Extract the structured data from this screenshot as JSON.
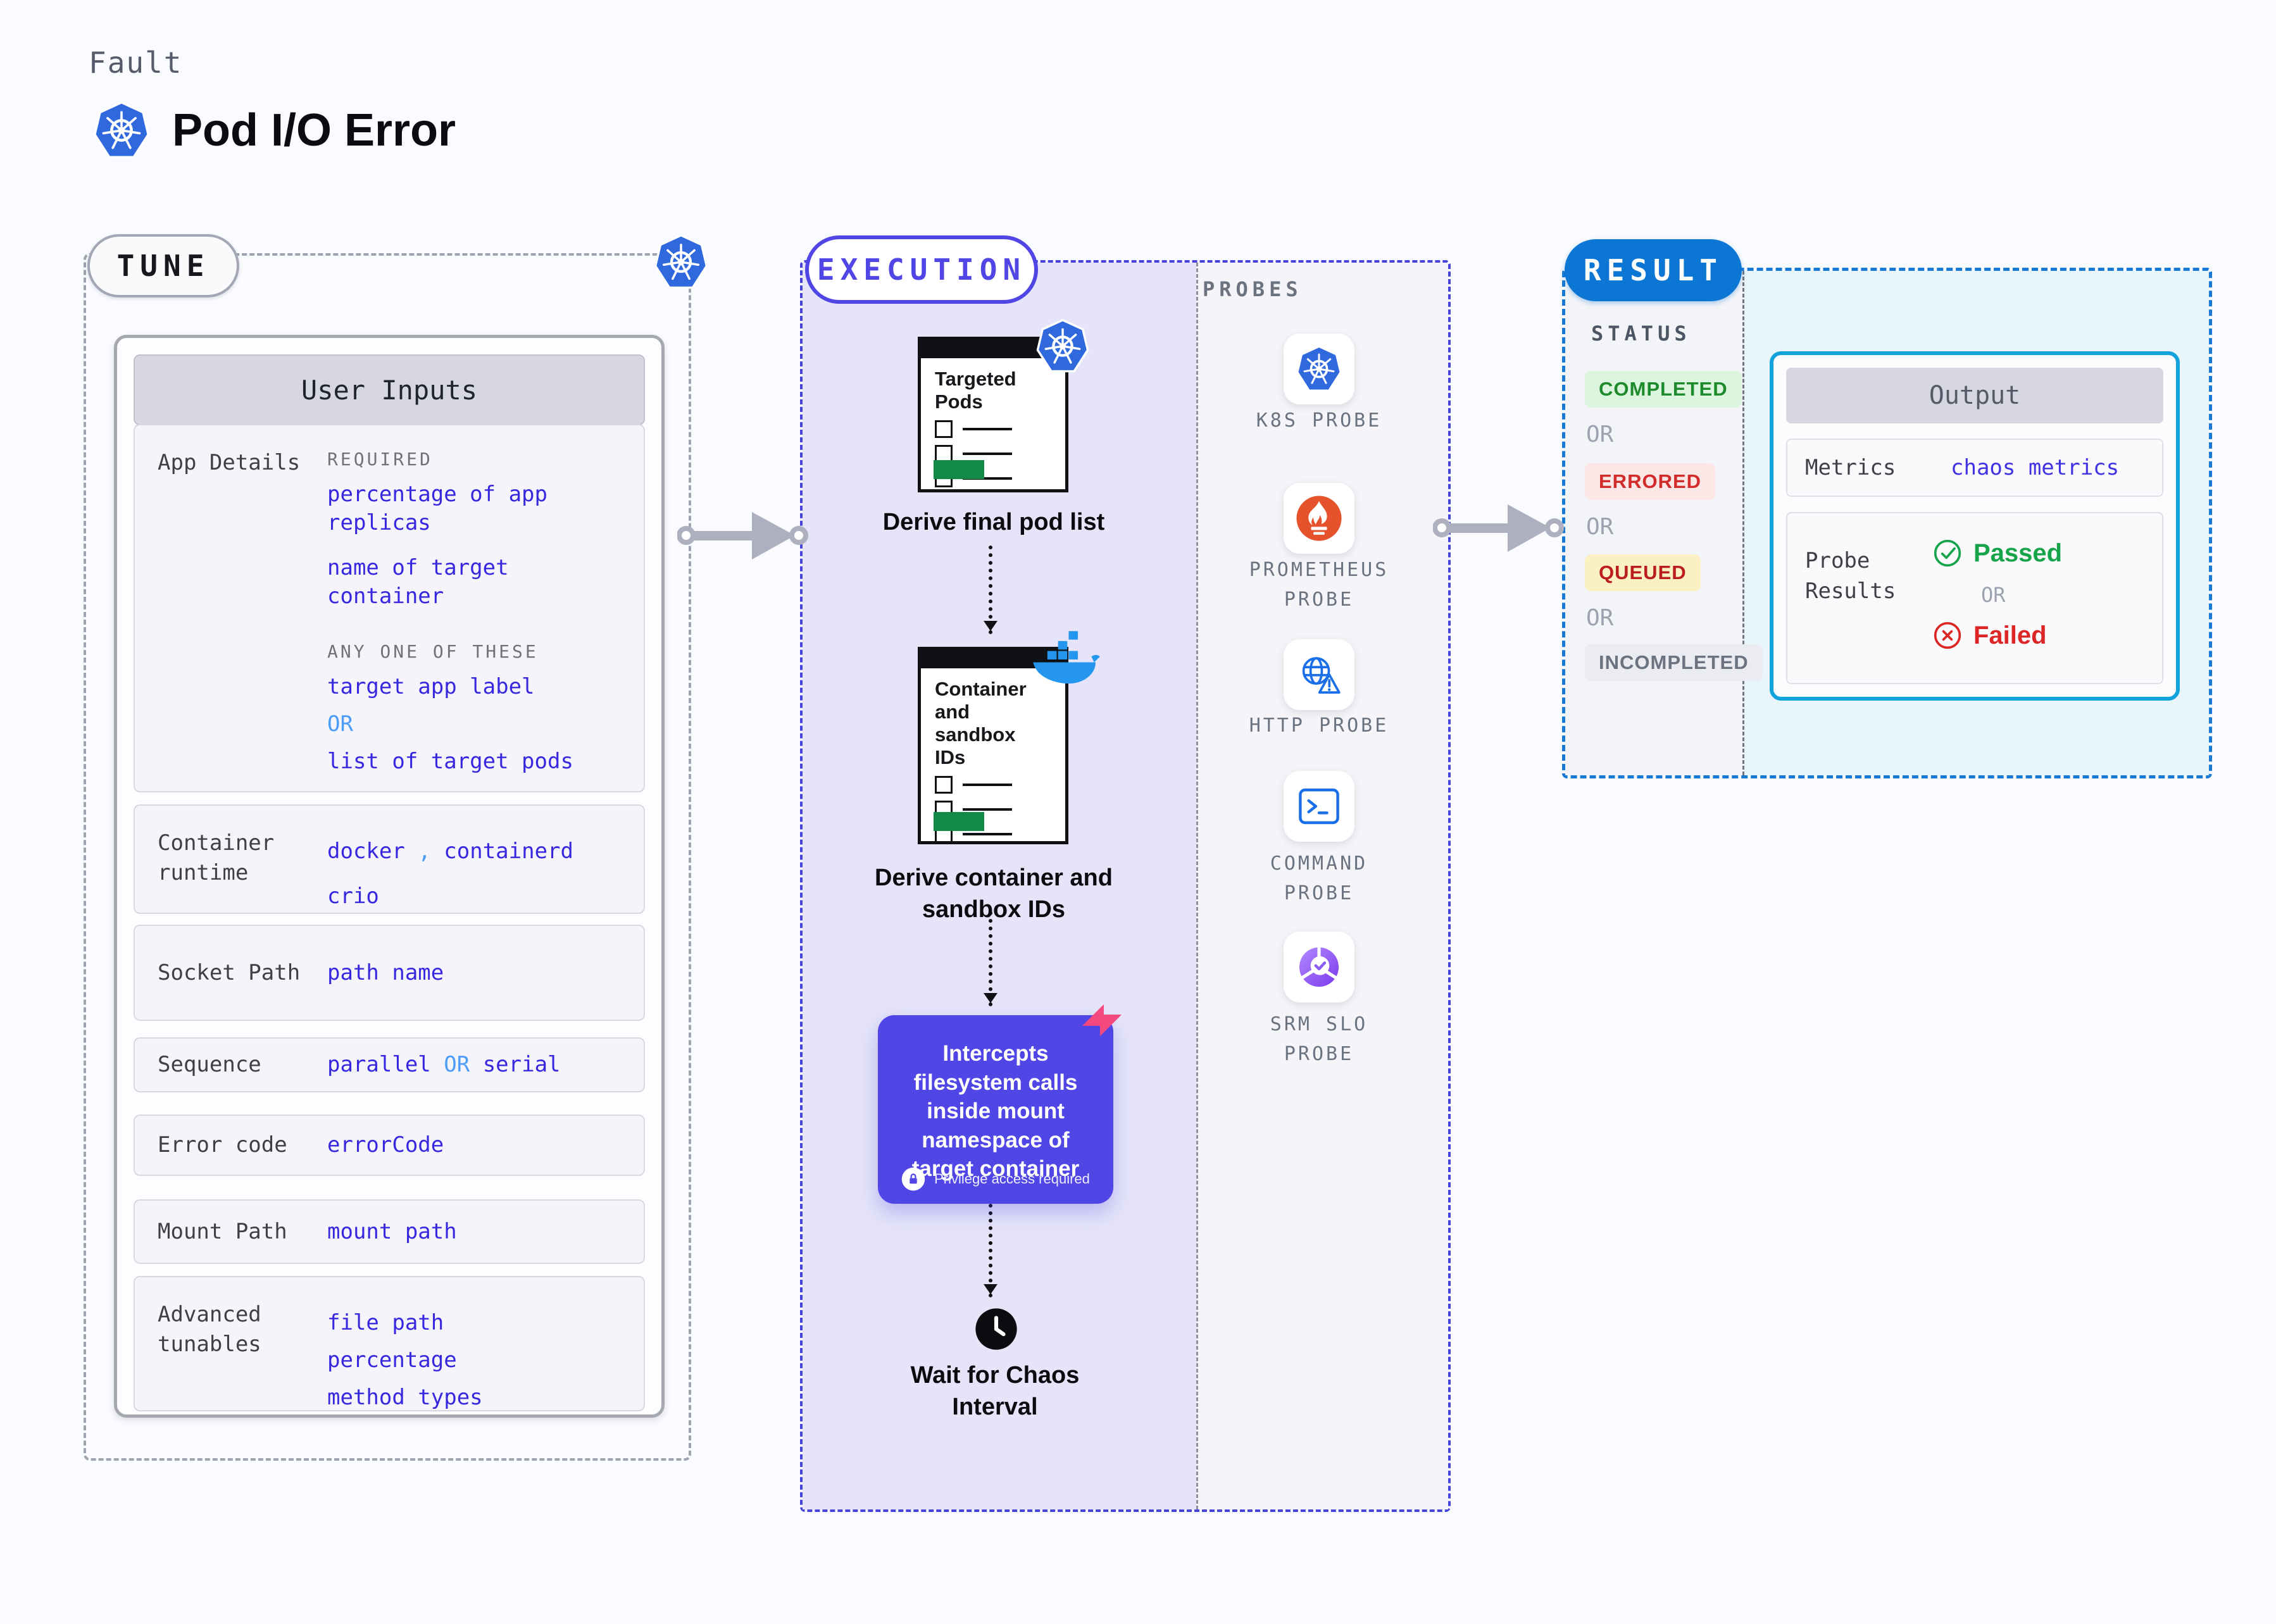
{
  "colors": {
    "value_blue": "#3728E0",
    "or_light_blue": "#4D9CF8",
    "execution_indigo": "#4F46E5",
    "result_blue": "#0B76D3",
    "output_border_cyan": "#12A3DB",
    "completed_green": "#1D8A2B",
    "errored_red": "#D22B2B",
    "queued_yellow_bg": "#FAF0C4",
    "passed_green": "#16A34A",
    "failed_red": "#DC2626",
    "kubernetes_blue": "#3069DE",
    "prometheus_orange": "#E6522C",
    "docker_blue": "#2496ED"
  },
  "header": {
    "kicker": "Fault",
    "title": "Pod I/O Error"
  },
  "tune": {
    "badge": "TUNE",
    "panel_title": "User Inputs",
    "app_details": {
      "label": "App Details",
      "required_caption": "REQUIRED",
      "required_1": "percentage of app replicas",
      "required_2": "name of target container",
      "any_caption": "ANY ONE OF THESE",
      "any_1": "target app label",
      "any_or": "OR",
      "any_2": "list of target pods"
    },
    "container_runtime": {
      "label": "Container runtime",
      "value_1": "docker",
      "separator": ",",
      "value_2": "containerd",
      "value_3": "crio"
    },
    "socket_path": {
      "label": "Socket Path",
      "value": "path name"
    },
    "sequence": {
      "label": "Sequence",
      "value_1": "parallel",
      "value_or": "OR",
      "value_2": "serial"
    },
    "error_code": {
      "label": "Error code",
      "value": "errorCode"
    },
    "mount_path": {
      "label": "Mount Path",
      "value": "mount path"
    },
    "advanced_tunables": {
      "label": "Advanced tunables",
      "value_1": "file path",
      "value_2": "percentage",
      "value_3": "method types"
    }
  },
  "execution": {
    "badge": "EXECUTION",
    "step_1": {
      "card_title": "Targeted Pods",
      "caption": "Derive final pod list"
    },
    "step_2": {
      "card_title": "Container and sandbox IDs",
      "caption": "Derive container and sandbox IDs"
    },
    "intercept": {
      "text": "Intercepts filesystem calls inside mount namespace of target container",
      "note": "Privilege access required"
    },
    "wait_step": {
      "caption": "Wait for Chaos Interval"
    }
  },
  "probes": {
    "title": "PROBES",
    "items": [
      {
        "label": "K8S PROBE",
        "icon": "kubernetes-icon"
      },
      {
        "label": "PROMETHEUS PROBE",
        "icon": "prometheus-icon"
      },
      {
        "label": "HTTP PROBE",
        "icon": "http-globe-icon"
      },
      {
        "label": "COMMAND PROBE",
        "icon": "terminal-icon"
      },
      {
        "label": "SRM SLO PROBE",
        "icon": "slo-donut-icon"
      }
    ]
  },
  "result": {
    "badge": "RESULT",
    "status": {
      "title": "STATUS",
      "s1": "COMPLETED",
      "or_1": "OR",
      "s2": "ERRORED",
      "or_2": "OR",
      "s3": "QUEUED",
      "or_3": "OR",
      "s4": "INCOMPLETED"
    },
    "output": {
      "title": "Output",
      "metrics_label": "Metrics",
      "metrics_value": "chaos metrics",
      "probe_label": "Probe Results",
      "passed": "Passed",
      "or": "OR",
      "failed": "Failed"
    }
  }
}
